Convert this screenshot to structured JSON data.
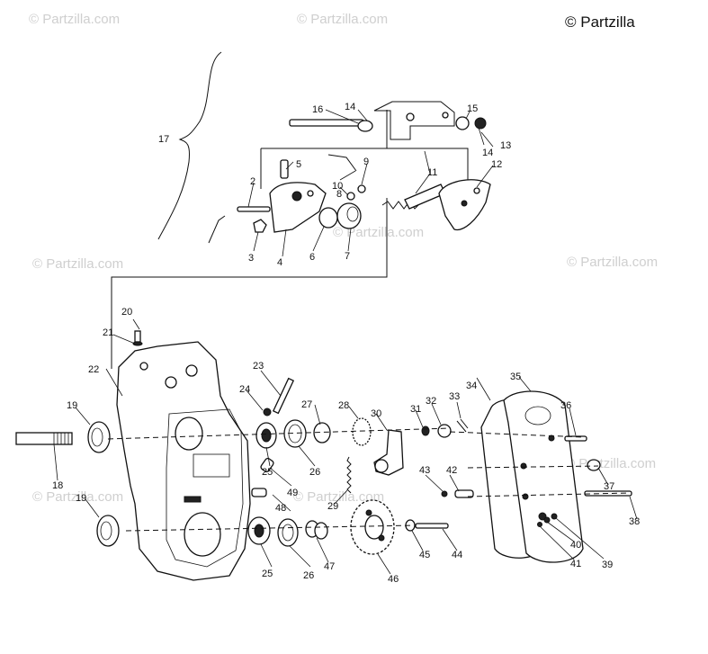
{
  "watermark": {
    "brand": "© Partzilla.com",
    "corner": "© Partzilla"
  },
  "callouts": {
    "c2": "2",
    "c3": "3",
    "c4": "4",
    "c5": "5",
    "c6": "6",
    "c7": "7",
    "c8": "8",
    "c9": "9",
    "c10": "10",
    "c11": "11",
    "c12": "12",
    "c13": "13",
    "c14a": "14",
    "c14b": "14",
    "c15": "15",
    "c16": "16",
    "c17": "17",
    "c18": "18",
    "c19a": "19",
    "c19b": "19",
    "c20": "20",
    "c21": "21",
    "c22": "22",
    "c23": "23",
    "c24": "24",
    "c25a": "25",
    "c25b": "25",
    "c26a": "26",
    "c26b": "26",
    "c27": "27",
    "c28": "28",
    "c29": "29",
    "c30": "30",
    "c31": "31",
    "c32": "32",
    "c33": "33",
    "c34": "34",
    "c35": "35",
    "c36": "36",
    "c37": "37",
    "c38": "38",
    "c39": "39",
    "c40": "40",
    "c41": "41",
    "c42": "42",
    "c43": "43",
    "c44": "44",
    "c45": "45",
    "c46": "46",
    "c47": "47",
    "c48": "48",
    "c49": "49"
  }
}
